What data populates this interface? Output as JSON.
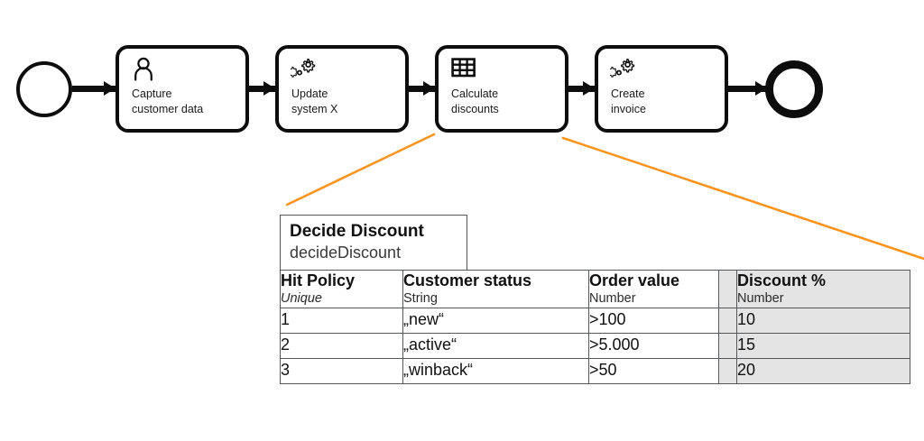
{
  "diagram": {
    "type": "bpmn-process-with-dmn-decision-table",
    "accent_color": "#F79520",
    "line_color": "#0d0d0d",
    "start_event": {
      "name": "start-event",
      "label": ""
    },
    "end_event": {
      "name": "end-event",
      "label": ""
    },
    "tasks": [
      {
        "id": "capture",
        "label": "Capture\ncustomer  data",
        "icon": "user-icon",
        "type": "user-task"
      },
      {
        "id": "update",
        "label": "Update\nsystem X",
        "icon": "gears-icon",
        "type": "service-task"
      },
      {
        "id": "calculate",
        "label": "Calculate\ndiscounts",
        "icon": "table-grid-icon",
        "type": "business-rule-task"
      },
      {
        "id": "create",
        "label": "Create\ninvoice",
        "icon": "gears-icon",
        "type": "service-task"
      }
    ]
  },
  "decision_table": {
    "title": "Decide Discount",
    "id": "decideDiscount",
    "columns": [
      {
        "label": "Hit Policy",
        "type": "Unique",
        "type_italic": true,
        "kind": "hit-policy"
      },
      {
        "label": "Customer status",
        "type": "String",
        "type_italic": false,
        "kind": "input"
      },
      {
        "label": "Order value",
        "type": "Number",
        "type_italic": false,
        "kind": "input"
      },
      {
        "label": "Discount %",
        "type": "Number",
        "type_italic": false,
        "kind": "output"
      }
    ],
    "rows": [
      {
        "rule": "1",
        "customer_status": "„new“",
        "order_value": ">100",
        "discount": "10"
      },
      {
        "rule": "2",
        "customer_status": "„active“",
        "order_value": ">5.000",
        "discount": "15"
      },
      {
        "rule": "3",
        "customer_status": "„winback“",
        "order_value": ">50",
        "discount": "20"
      }
    ]
  }
}
